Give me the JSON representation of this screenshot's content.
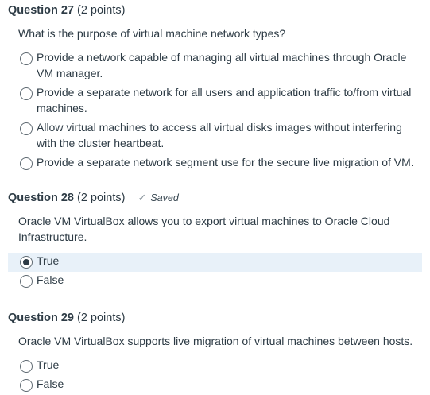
{
  "questions": [
    {
      "title": "Question 27",
      "points": "(2 points)",
      "saved": null,
      "text": "What is the purpose of virtual machine network types?",
      "answers": [
        {
          "label": "Provide a network capable of managing all virtual machines through Oracle VM manager.",
          "selected": false
        },
        {
          "label": "Provide a separate network for all users and application traffic to/from virtual machines.",
          "selected": false
        },
        {
          "label": "Allow virtual machines to access all virtual disks images without interfering with the cluster heartbeat.",
          "selected": false
        },
        {
          "label": "Provide a separate network segment use for the secure live migration of VM.",
          "selected": false
        }
      ]
    },
    {
      "title": "Question 28",
      "points": "(2 points)",
      "saved": "Saved",
      "text": "Oracle VM VirtualBox allows you to export virtual machines to Oracle Cloud Infrastructure.",
      "answers": [
        {
          "label": "True",
          "selected": true
        },
        {
          "label": "False",
          "selected": false
        }
      ]
    },
    {
      "title": "Question 29",
      "points": "(2 points)",
      "saved": null,
      "text": "Oracle VM VirtualBox supports live migration of virtual machines between hosts.",
      "answers": [
        {
          "label": "True",
          "selected": false
        },
        {
          "label": "False",
          "selected": false
        }
      ]
    }
  ],
  "icons": {
    "saved_check": "checkmark-icon"
  },
  "colors": {
    "text": "#2d3b45",
    "selected_bg": "#e8f1f9",
    "saved_check": "#8b969e"
  }
}
